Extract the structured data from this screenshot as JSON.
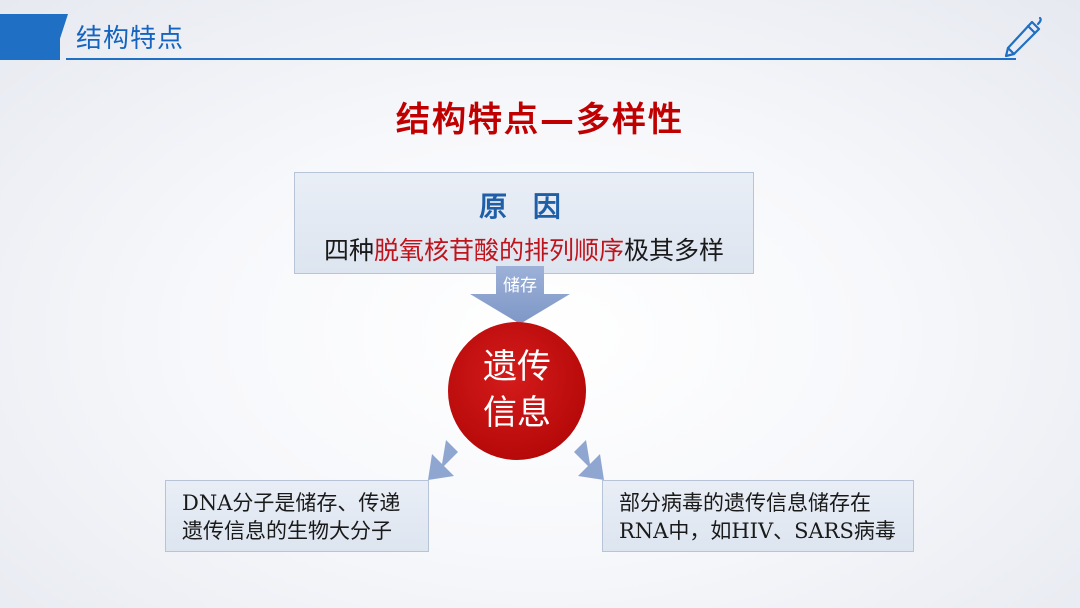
{
  "header": {
    "title": "结构特点"
  },
  "main_title": "结构特点—多样性",
  "cause": {
    "title": "原  因",
    "text_before": "四种",
    "text_highlight": "脱氧核苷酸的排列顺序",
    "text_after": "极其多样"
  },
  "arrow_label": "储存",
  "center": {
    "line1": "遗传",
    "line2": "信息"
  },
  "left_box": {
    "line1": "DNA分子是储存、传递",
    "line2": "遗传信息的生物大分子"
  },
  "right_box": {
    "line1": "部分病毒的遗传信息储存在",
    "line2": "RNA中，如HIV、SARS病毒"
  },
  "colors": {
    "accent_blue": "#1f6fc4",
    "title_red": "#c00000",
    "circle_red": "#b80a0a",
    "arrow_blue": "#8fa6d1"
  },
  "icons": {
    "pen": "pen-icon"
  }
}
